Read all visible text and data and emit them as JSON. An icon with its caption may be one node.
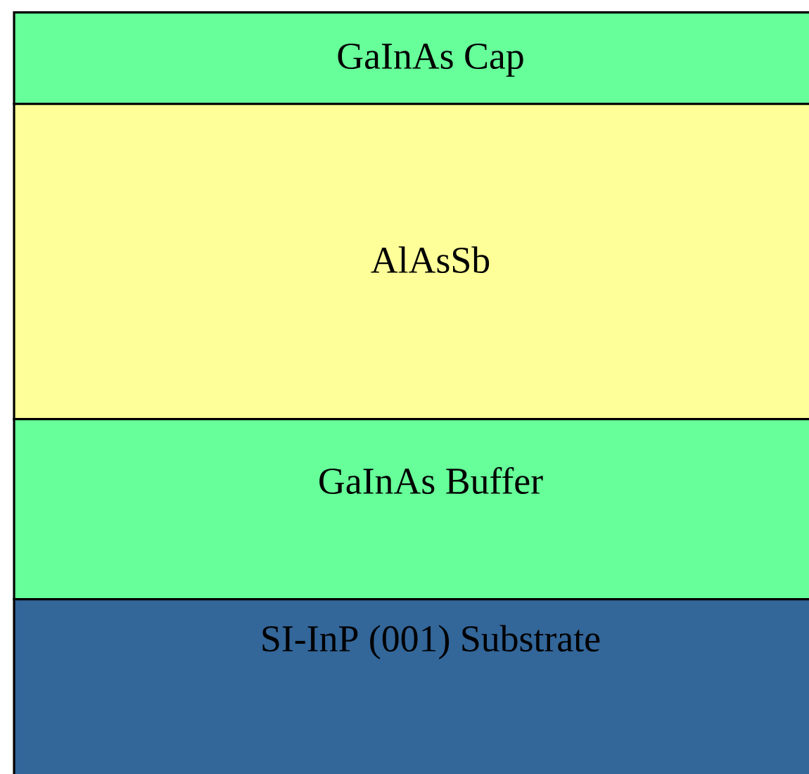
{
  "diagram": {
    "nodes": [
      {
        "text": [
          "GaInAs Cap"
        ]
      },
      {
        "text": [
          "AlAsSb"
        ]
      },
      {
        "text": [
          "GaInAs Buffer"
        ]
      },
      {
        "text": [
          "SI-InP (001) Substrate"
        ]
      }
    ]
  }
}
